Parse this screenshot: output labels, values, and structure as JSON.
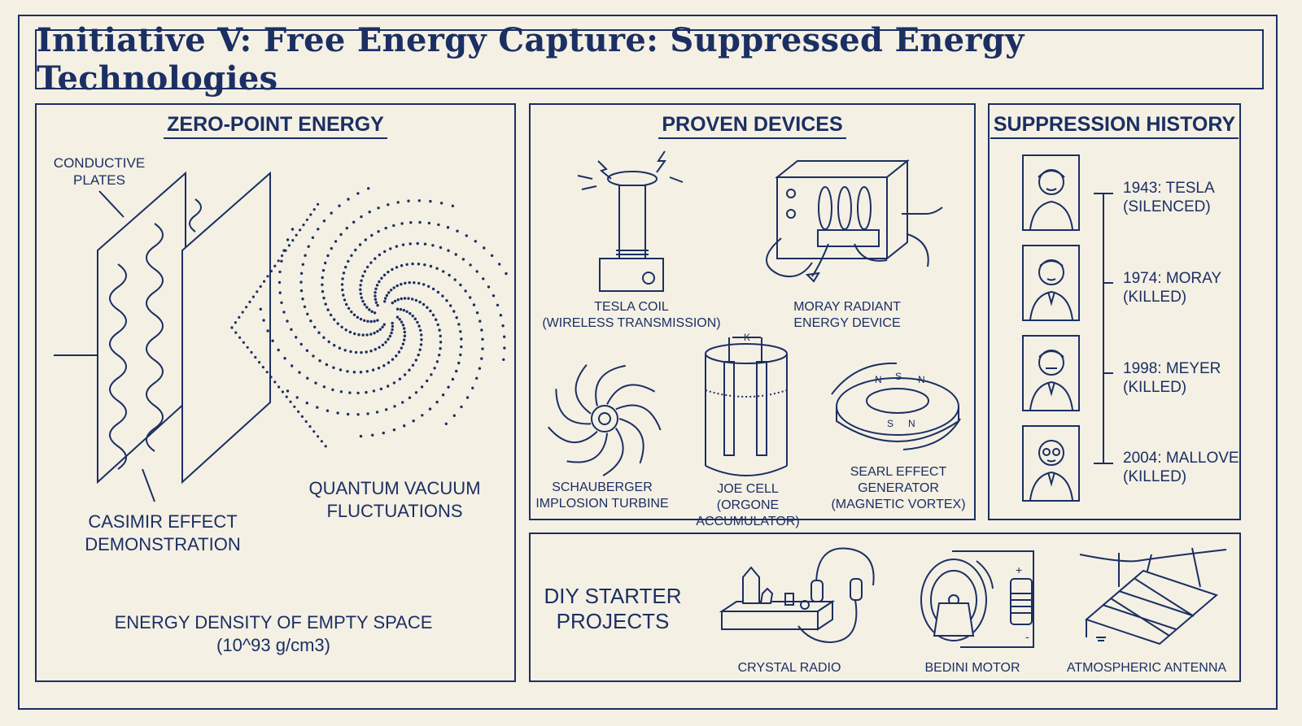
{
  "title": "Initiative V: Free Energy Capture: Suppressed Energy Technologies",
  "zero_point": {
    "heading": "ZERO-POINT ENERGY",
    "conductive_plates": "CONDUCTIVE\nPLATES",
    "casimir": "CASIMIR EFFECT\nDEMONSTRATION",
    "quantum": "QUANTUM VACUUM\nFLUCTUATIONS",
    "density": "ENERGY DENSITY OF EMPTY SPACE\n(10^93 g/cm3)"
  },
  "proven": {
    "heading": "PROVEN DEVICES",
    "devices": [
      {
        "label": "TESLA COIL\n(WIRELESS TRANSMISSION)",
        "icon": "tesla-coil-icon"
      },
      {
        "label": "MORAY RADIANT\nENERGY DEVICE",
        "icon": "moray-device-icon"
      },
      {
        "label": "SCHAUBERGER\nIMPLOSION TURBINE",
        "icon": "turbine-icon"
      },
      {
        "label": "JOE CELL\n(ORGONE ACCUMULATOR)",
        "icon": "joe-cell-icon"
      },
      {
        "label": "SEARL EFFECT\nGENERATOR\n(MAGNETIC VORTEX)",
        "icon": "searl-generator-icon"
      }
    ],
    "joe_cell_marker": "K",
    "magnet_n": "N",
    "magnet_s": "S"
  },
  "suppression": {
    "heading": "SUPPRESSION HISTORY",
    "entries": [
      {
        "text": "1943: TESLA\n(SILENCED)"
      },
      {
        "text": "1974: MORAY\n(KILLED)"
      },
      {
        "text": "1998: MEYER\n(KILLED)"
      },
      {
        "text": "2004: MALLOVE\n(KILLED)"
      }
    ]
  },
  "diy": {
    "heading": "DIY STARTER\nPROJECTS",
    "projects": [
      {
        "label": "CRYSTAL RADIO",
        "icon": "crystal-radio-icon"
      },
      {
        "label": "BEDINI MOTOR",
        "icon": "bedini-motor-icon"
      },
      {
        "label": "ATMOSPHERIC ANTENNA",
        "icon": "antenna-icon"
      }
    ],
    "battery_plus": "+",
    "battery_minus": "-"
  },
  "colors": {
    "ink": "#1b2f63",
    "paper": "#f4f0e4"
  }
}
